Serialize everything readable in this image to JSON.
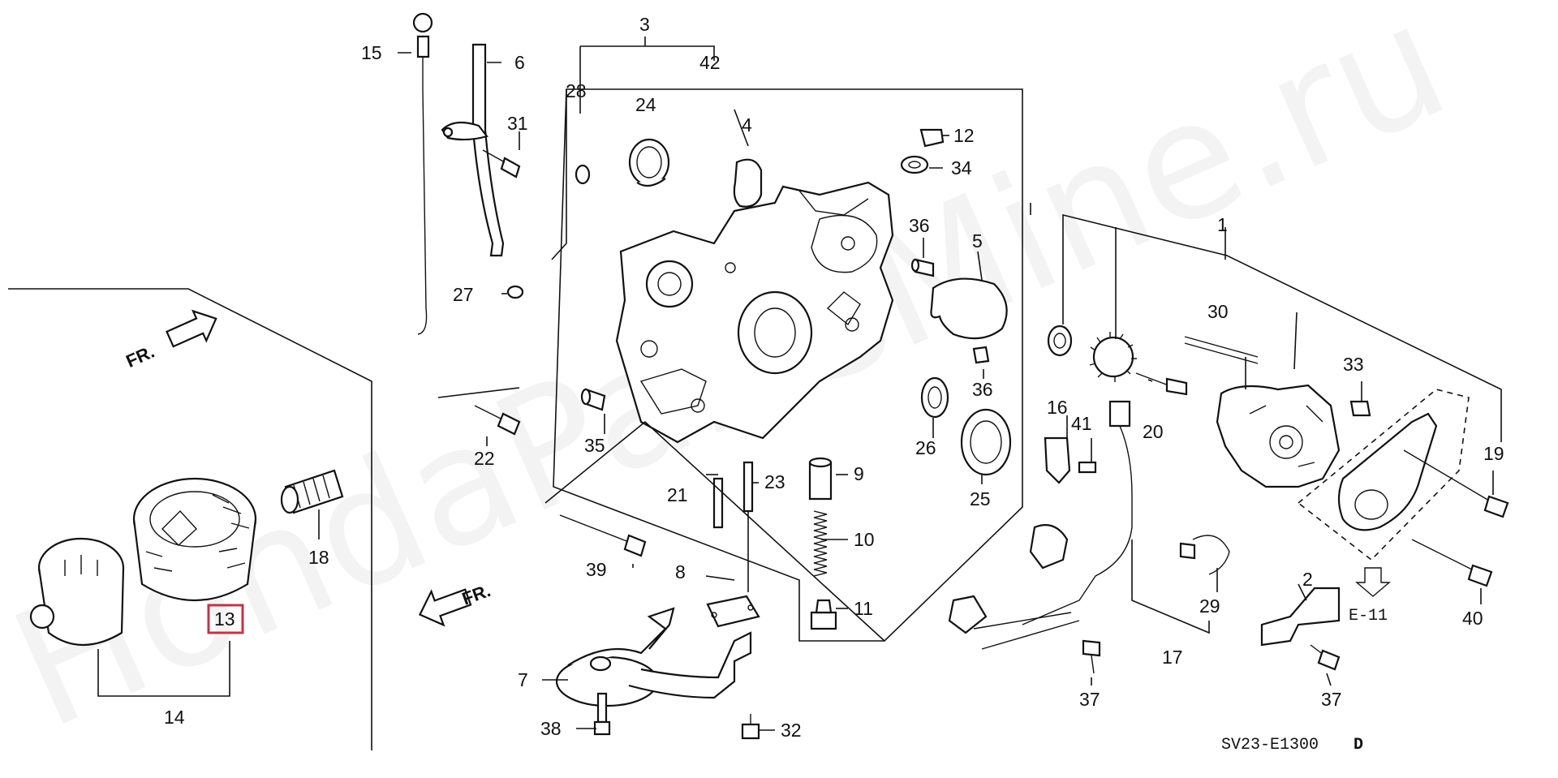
{
  "watermark": "HondaPartsMine.ru",
  "drawing_code": "SV23-E1300",
  "drawing_suffix": "D",
  "front_marker": "FR.",
  "reference_link": "E-11",
  "highlight_color": "#c0354a",
  "callouts": {
    "c1": "1",
    "c2": "2",
    "c3": "3",
    "c4": "4",
    "c5": "5",
    "c6": "6",
    "c7": "7",
    "c8": "8",
    "c9": "9",
    "c10": "10",
    "c11": "11",
    "c12": "12",
    "c13": "13",
    "c14": "14",
    "c15": "15",
    "c16": "16",
    "c17": "17",
    "c18": "18",
    "c19": "19",
    "c20": "20",
    "c21": "21",
    "c22": "22",
    "c23": "23",
    "c24": "24",
    "c25": "25",
    "c26": "26",
    "c27": "27",
    "c28": "28",
    "c29": "29",
    "c30": "30",
    "c31": "31",
    "c32": "32",
    "c33": "33",
    "c34": "34",
    "c35": "35",
    "c36a": "36",
    "c36b": "36",
    "c37a": "37",
    "c37b": "37",
    "c38": "38",
    "c39": "39",
    "c40": "40",
    "c41": "41",
    "c42": "42"
  }
}
